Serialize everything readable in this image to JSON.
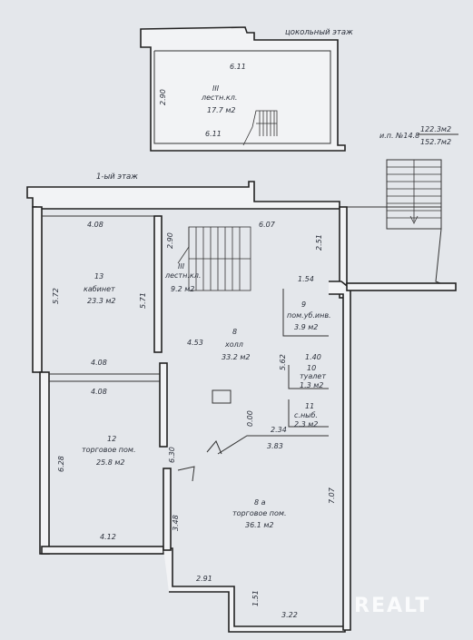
{
  "basement": {
    "header": "цокольный этаж",
    "dim_top": "6.11",
    "dim_left": "2.90",
    "dim_bottom": "6.11",
    "room_num": "III",
    "room_name": "лестн.кл.",
    "room_area": "17.7 м2"
  },
  "area_note": {
    "prefix": "и.п. №14.8",
    "area1": "122.3м2",
    "area2": "152.7м2"
  },
  "floor1": {
    "header": "1-ый этаж",
    "dims": {
      "d408_top": "4.08",
      "d290": "2.90",
      "d607": "6.07",
      "d251": "2.51",
      "d572": "5.72",
      "d571": "5.71",
      "d154": "1.54",
      "d453": "4.53",
      "d408_mid1": "4.08",
      "d408_mid2": "4.08",
      "d562": "5.62",
      "d140": "1.40",
      "d000": "0.00",
      "d234": "2.34",
      "d383": "3.83",
      "d628": "6.28",
      "d630": "6.30",
      "d707": "7.07",
      "d348": "3.48",
      "d412": "4.12",
      "d291": "2.91",
      "d151": "1.51",
      "d322": "3.22"
    },
    "rooms": {
      "r13": {
        "num": "13",
        "name": "кабинет",
        "area": "23.3 м2"
      },
      "r3": {
        "num": "III",
        "name": "лестн.кл.",
        "area": "9.2 м2"
      },
      "r8": {
        "num": "8",
        "name": "холл",
        "area": "33.2 м2"
      },
      "r9": {
        "num": "9",
        "name": "пом.уб.инв.",
        "area": "3.9 м2"
      },
      "r10": {
        "num": "10",
        "name": "туалет",
        "area": "1.3 м2"
      },
      "r11": {
        "num": "11",
        "name": "с.ныб.",
        "area": "2.3 м2"
      },
      "r12": {
        "num": "12",
        "name": "торговое пом.",
        "area": "25.8 м2"
      },
      "r8a": {
        "num": "8 а",
        "name": "торговое пом.",
        "area": "36.1 м2"
      }
    }
  },
  "watermark": "REALT"
}
